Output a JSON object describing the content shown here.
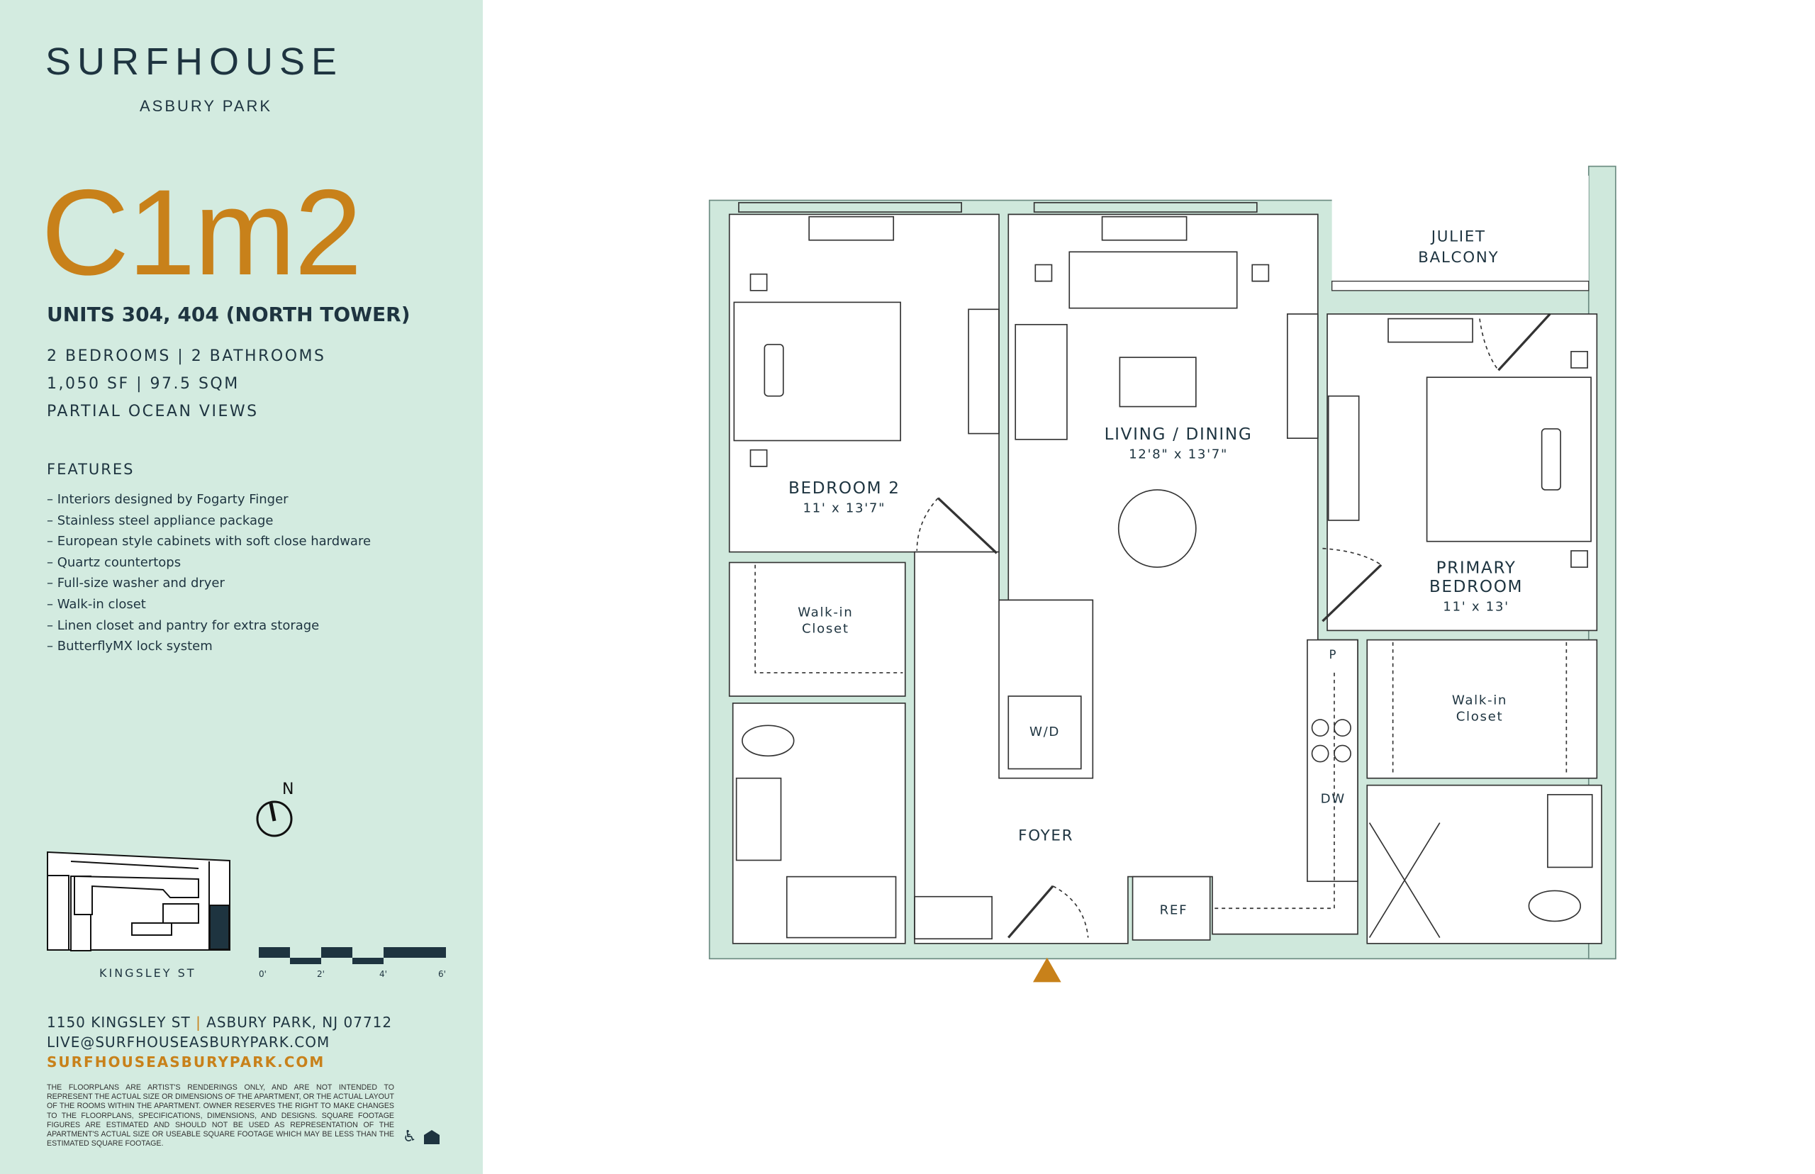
{
  "brand": {
    "name": "SURFHOUSE",
    "location": "ASBURY PARK"
  },
  "plan": {
    "code": "C1m2",
    "units": "UNITS 304, 404 (NORTH TOWER)",
    "specs": [
      "2 BEDROOMS | 2 BATHROOMS",
      "1,050 SF | 97.5 SQM",
      "PARTIAL OCEAN VIEWS"
    ]
  },
  "features": {
    "heading": "FEATURES",
    "items": [
      "– Interiors designed by Fogarty Finger",
      "– Stainless steel appliance package",
      "– European style cabinets with soft close hardware",
      "– Quartz countertops",
      "– Full-size washer and dryer",
      "– Walk-in closet",
      "– Linen closet and pantry for extra storage",
      "– ButterflyMX lock system"
    ]
  },
  "site": {
    "north": "N",
    "street": "KINGSLEY ST",
    "scale": [
      "0'",
      "2'",
      "4'",
      "6'"
    ]
  },
  "contact": {
    "street": "1150 KINGSLEY ST",
    "separator": "|",
    "city": "ASBURY PARK, NJ 07712",
    "email": "LIVE@SURFHOUSEASBURYPARK.COM",
    "website": "SURFHOUSEASBURYPARK.COM"
  },
  "disclaimer": "THE FLOORPLANS ARE ARTIST'S RENDERINGS ONLY, AND ARE NOT INTENDED TO REPRESENT THE ACTUAL SIZE OR DIMENSIONS OF THE APARTMENT, OR THE ACTUAL LAYOUT OF THE ROOMS WITHIN THE APARTMENT. OWNER RESERVES THE RIGHT TO MAKE CHANGES TO THE FLOORPLANS, SPECIFICATIONS, DIMENSIONS, AND DESIGNS. SQUARE FOOTAGE FIGURES ARE ESTIMATED AND SHOULD NOT BE USED AS REPRESENTATION OF THE APARTMENT'S ACTUAL SIZE OR USEABLE SQUARE FOOTAGE WHICH MAY BE LESS THAN THE ESTIMATED SQUARE FOOTAGE.",
  "rooms": {
    "balcony1": "JULIET",
    "balcony2": "BALCONY",
    "living": "LIVING / DINING",
    "living_dim": "12'8\" x 13'7\"",
    "bed2": "BEDROOM 2",
    "bed2_dim": "11' x 13'7\"",
    "primary1": "PRIMARY",
    "primary2": "BEDROOM",
    "primary_dim": "11' x 13'",
    "closet_a": "Walk-in",
    "closet_b": "Closet",
    "wd": "W/D",
    "foyer": "FOYER",
    "ref": "REF",
    "p": "P",
    "dw": "DW"
  },
  "colors": {
    "panel": "#d3ebe0",
    "navy": "#1e3440",
    "accent": "#c8811a",
    "wall": "#cfe8dc"
  }
}
